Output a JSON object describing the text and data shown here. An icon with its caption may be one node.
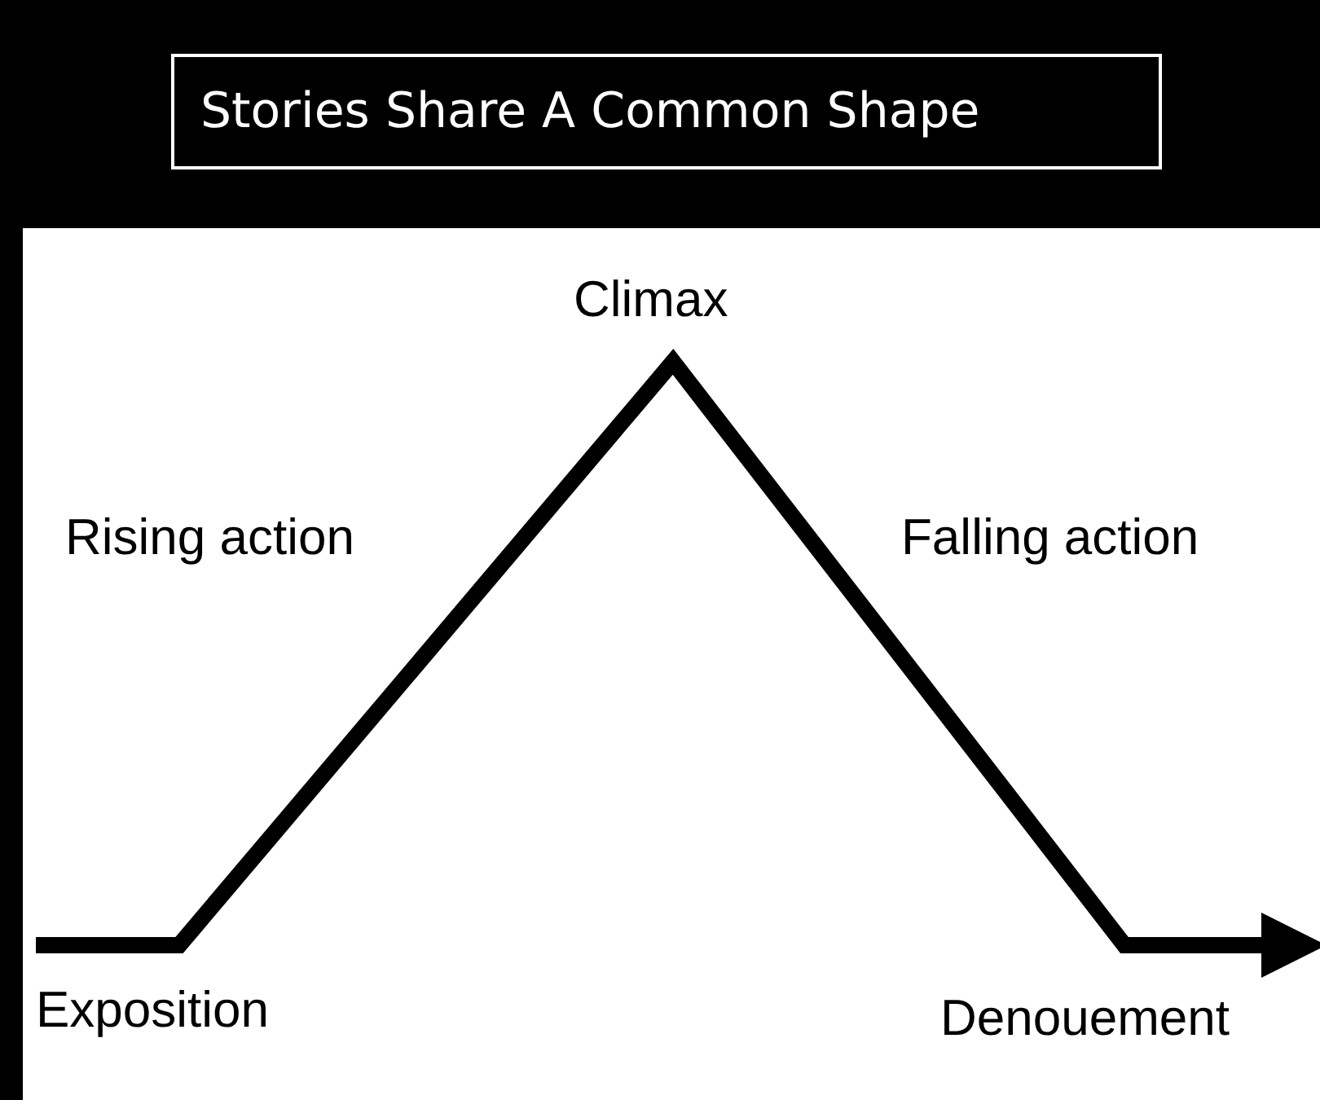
{
  "diagram": {
    "title": "Stories Share A Common Shape",
    "labels": [
      "Climax",
      "Rising action",
      "Falling action",
      "Exposition",
      "Denouement"
    ]
  }
}
